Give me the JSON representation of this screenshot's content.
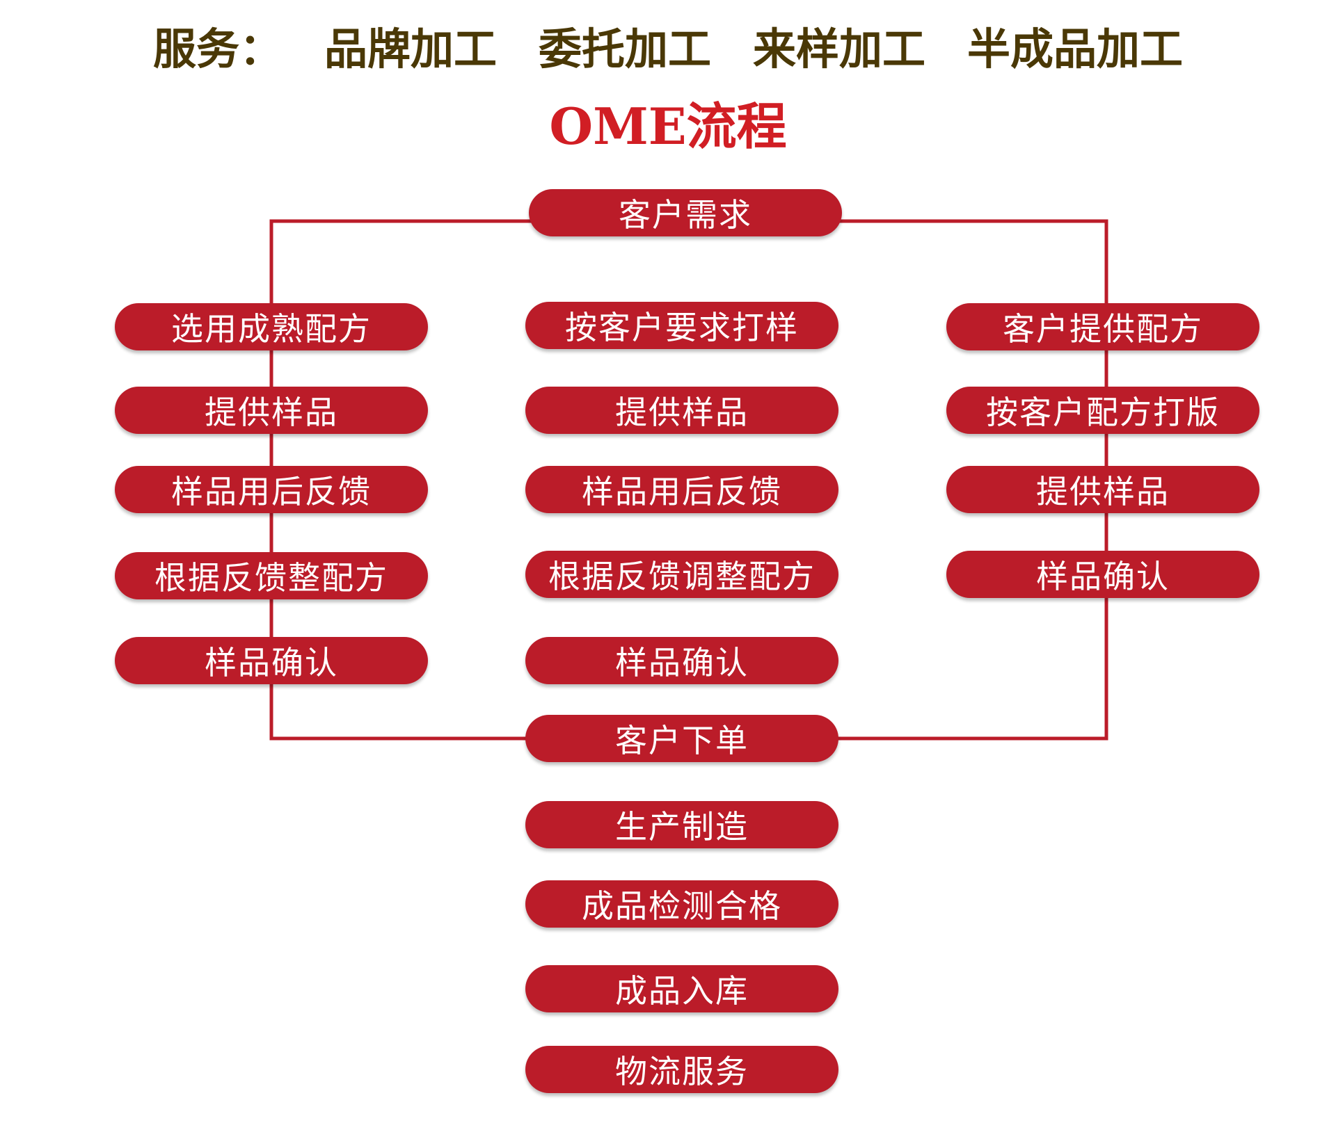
{
  "header": {
    "services_label": "服务：",
    "services": [
      "品牌加工",
      "委托加工",
      "来样加工",
      "半成品加工"
    ],
    "title": "OME流程"
  },
  "accent_color": "#bb1c29",
  "title_color": "#d11e24",
  "flow": {
    "start": "客户需求",
    "branches": {
      "left": [
        "选用成熟配方",
        "提供样品",
        "样品用后反馈",
        "根据反馈整配方",
        "样品确认"
      ],
      "center": [
        "按客户要求打样",
        "提供样品",
        "样品用后反馈",
        "根据反馈调整配方",
        "样品确认"
      ],
      "right": [
        "客户提供配方",
        "按客户配方打版",
        "提供样品",
        "样品确认"
      ]
    },
    "order": "客户下单",
    "after_order": [
      "生产制造",
      "成品检测合格",
      "成品入库",
      "物流服务"
    ]
  }
}
